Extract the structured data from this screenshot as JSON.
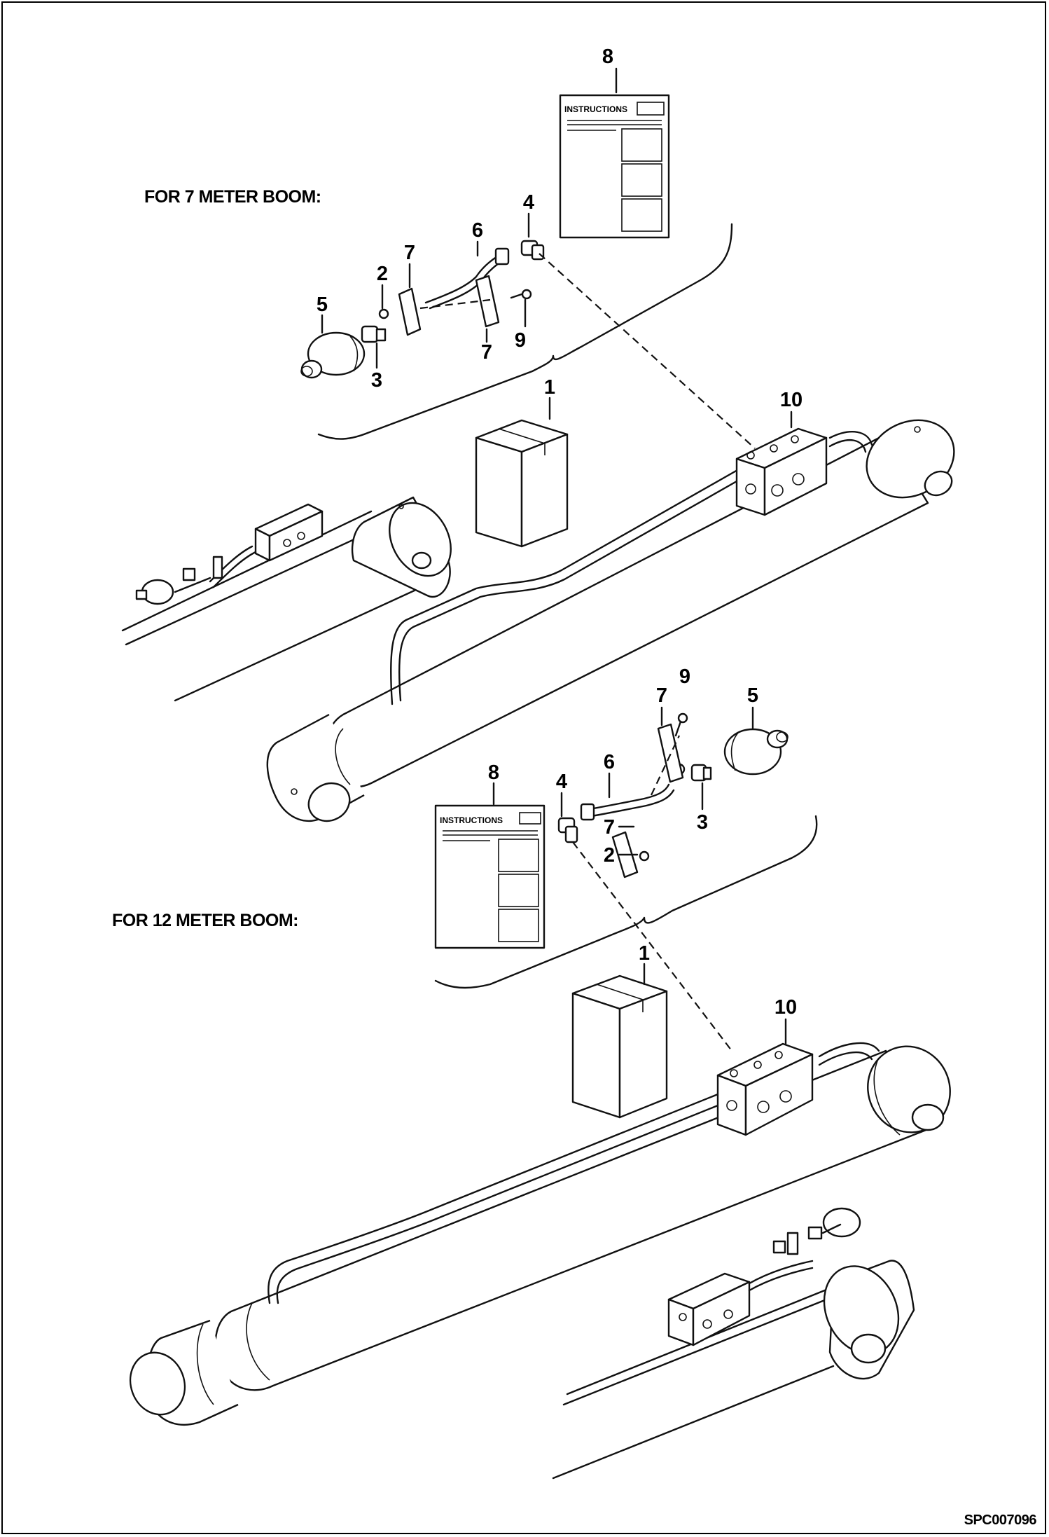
{
  "headings": {
    "top": "FOR 7 METER BOOM:",
    "bottom": "FOR 12 METER BOOM:"
  },
  "instructions_label": "INSTRUCTIONS",
  "drawing_code": "SPC007096",
  "callouts_top": {
    "c1": "1",
    "c2": "2",
    "c3": "3",
    "c4": "4",
    "c5": "5",
    "c6": "6",
    "c7a": "7",
    "c7b": "7",
    "c8": "8",
    "c9": "9",
    "c10": "10"
  },
  "callouts_bottom": {
    "c1": "1",
    "c2": "2",
    "c3": "3",
    "c4": "4",
    "c5": "5",
    "c6": "6",
    "c7a": "7",
    "c7b": "7",
    "c8": "8",
    "c9": "9",
    "c10": "10"
  }
}
